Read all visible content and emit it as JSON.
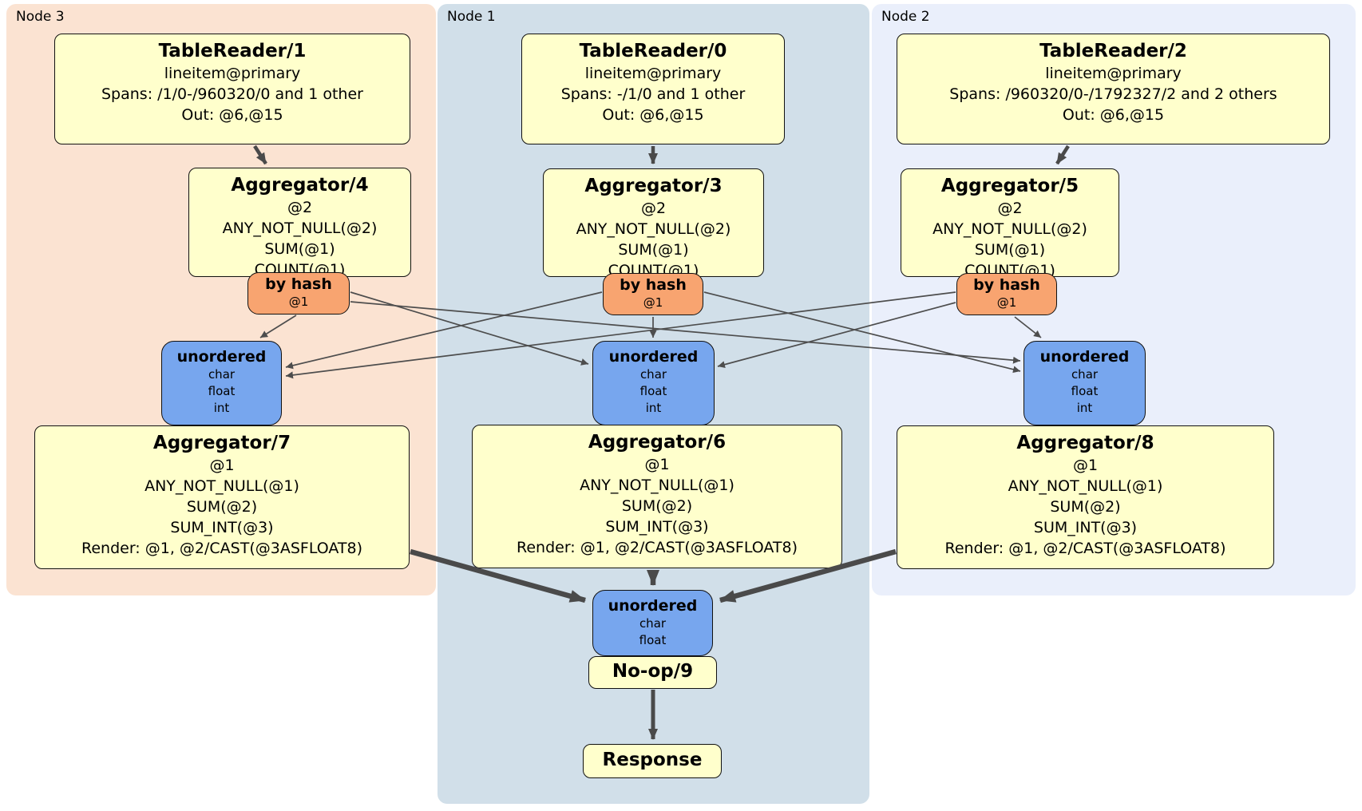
{
  "regions": [
    {
      "label": "Node 3"
    },
    {
      "label": "Node 1"
    },
    {
      "label": "Node 2"
    }
  ],
  "processors": {
    "tablereader1": {
      "title": "TableReader/1",
      "lines": [
        "lineitem@primary",
        "Spans: /1/0-/960320/0 and 1 other",
        "Out: @6,@15"
      ]
    },
    "tablereader0": {
      "title": "TableReader/0",
      "lines": [
        "lineitem@primary",
        "Spans: -/1/0 and 1 other",
        "Out: @6,@15"
      ]
    },
    "tablereader2": {
      "title": "TableReader/2",
      "lines": [
        "lineitem@primary",
        "Spans: /960320/0-/1792327/2 and 2 others",
        "Out: @6,@15"
      ]
    },
    "aggregator4": {
      "title": "Aggregator/4",
      "lines": [
        "@2",
        "ANY_NOT_NULL(@2)",
        "SUM(@1)",
        "COUNT(@1)"
      ]
    },
    "aggregator3": {
      "title": "Aggregator/3",
      "lines": [
        "@2",
        "ANY_NOT_NULL(@2)",
        "SUM(@1)",
        "COUNT(@1)"
      ]
    },
    "aggregator5": {
      "title": "Aggregator/5",
      "lines": [
        "@2",
        "ANY_NOT_NULL(@2)",
        "SUM(@1)",
        "COUNT(@1)"
      ]
    },
    "aggregator7": {
      "title": "Aggregator/7",
      "lines": [
        "@1",
        "ANY_NOT_NULL(@1)",
        "SUM(@2)",
        "SUM_INT(@3)",
        "Render: @1, @2/CAST(@3ASFLOAT8)"
      ]
    },
    "aggregator6": {
      "title": "Aggregator/6",
      "lines": [
        "@1",
        "ANY_NOT_NULL(@1)",
        "SUM(@2)",
        "SUM_INT(@3)",
        "Render: @1, @2/CAST(@3ASFLOAT8)"
      ]
    },
    "aggregator8": {
      "title": "Aggregator/8",
      "lines": [
        "@1",
        "ANY_NOT_NULL(@1)",
        "SUM(@2)",
        "SUM_INT(@3)",
        "Render: @1, @2/CAST(@3ASFLOAT8)"
      ]
    },
    "noop": {
      "title": "No-op/9"
    },
    "response": {
      "title": "Response"
    }
  },
  "routers": [
    {
      "label": "by hash",
      "key": "@1"
    },
    {
      "label": "by hash",
      "key": "@1"
    },
    {
      "label": "by hash",
      "key": "@1"
    }
  ],
  "syncs": [
    {
      "label": "unordered",
      "types": [
        "char",
        "float",
        "int"
      ]
    },
    {
      "label": "unordered",
      "types": [
        "char",
        "float",
        "int"
      ]
    },
    {
      "label": "unordered",
      "types": [
        "char",
        "float",
        "int"
      ]
    },
    {
      "label": "unordered",
      "types": [
        "char",
        "float"
      ]
    }
  ],
  "colors": {
    "node3_bg": "#fbe3d2",
    "node1_bg": "#d1dfe9",
    "node2_bg": "#eaeffb",
    "processor_bg": "#ffffcc",
    "router_bg": "#f8a470",
    "sync_bg": "#77a6ee",
    "edge_thin": "#4d4d4d",
    "edge_thick": "#4a4a4a"
  }
}
